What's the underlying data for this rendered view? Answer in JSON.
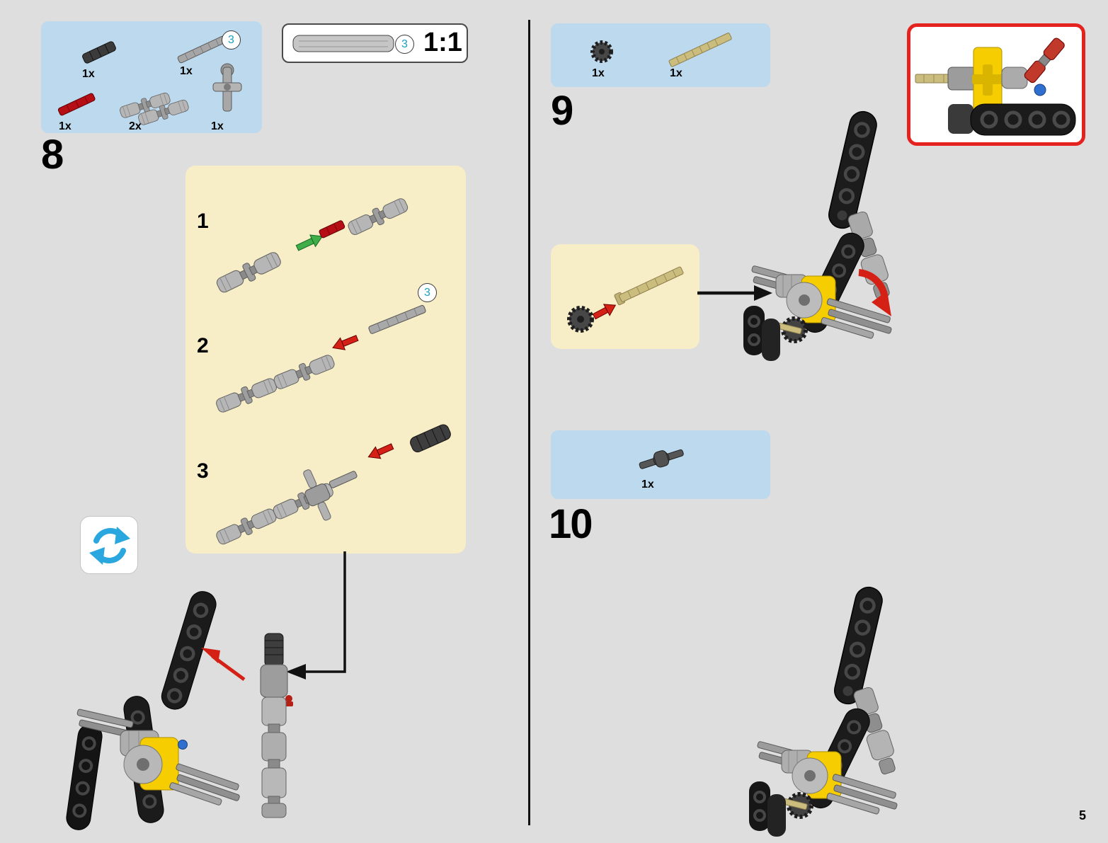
{
  "page": {
    "number": "5"
  },
  "step8": {
    "number": "8",
    "parts": [
      {
        "count": "1x",
        "icon": "black-pin-icon"
      },
      {
        "count": "1x",
        "icon": "gray-axle-icon",
        "badge": "3"
      },
      {
        "count": "1x",
        "icon": "red-axle-icon"
      },
      {
        "count": "2x",
        "icon": "universal-joint-icon"
      },
      {
        "count": "1x",
        "icon": "pole-reverser-icon"
      }
    ],
    "scale_box": {
      "badge": "3",
      "ratio": "1:1"
    },
    "substeps": [
      {
        "label": "1"
      },
      {
        "label": "2",
        "badge": "3"
      },
      {
        "label": "3"
      }
    ]
  },
  "step9": {
    "number": "9",
    "parts": [
      {
        "count": "1x",
        "icon": "gear-icon"
      },
      {
        "count": "1x",
        "icon": "tan-axle-icon"
      }
    ]
  },
  "step10": {
    "number": "10",
    "parts": [
      {
        "count": "1x",
        "icon": "axle-connector-icon"
      }
    ]
  },
  "colors": {
    "background": "#dedede",
    "parts_box": "#bdd9ee",
    "assembly_box": "#f7edc7",
    "callout_border": "#e5231e",
    "badge_text": "#1a9fc4",
    "lego_yellow": "#f6cd00",
    "lego_red": "#b50f15",
    "lego_tan": "#cbbd7e",
    "arrow_green": "#3fae49",
    "arrow_red": "#d42015",
    "rotate_icon_blue": "#2aa7df"
  }
}
